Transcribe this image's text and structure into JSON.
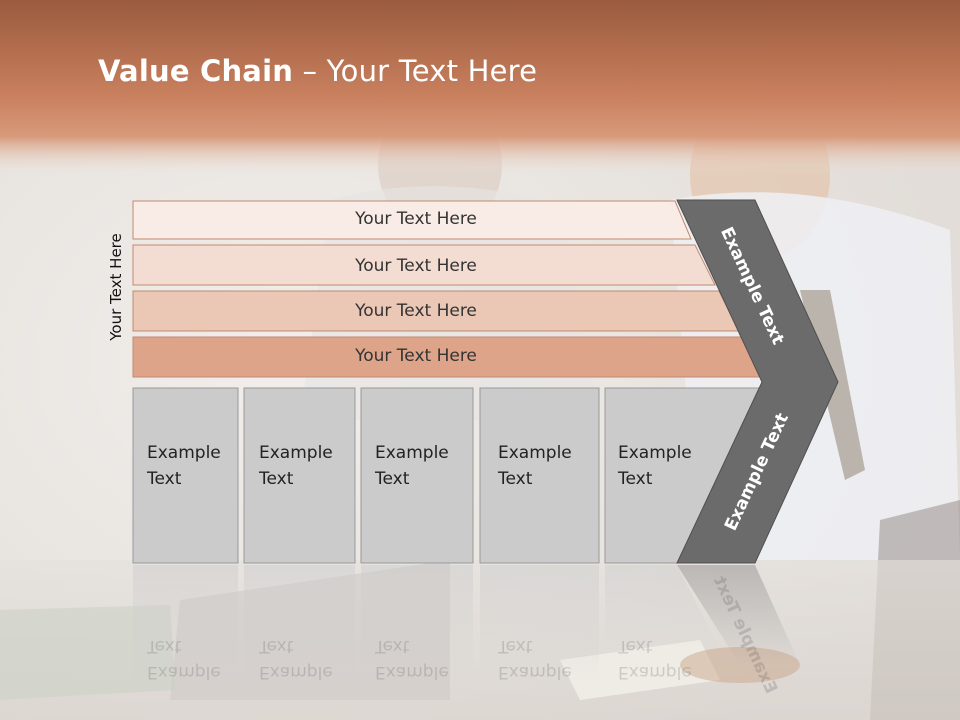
{
  "title": {
    "bold": "Value Chain",
    "rest": " – Your Text Here"
  },
  "vertical_label": "Your Text Here",
  "bars": [
    "Your Text Here",
    "Your Text Here",
    "Your Text Here",
    "Your Text Here"
  ],
  "boxes": [
    {
      "line1": "Example",
      "line2": "Text"
    },
    {
      "line1": "Example",
      "line2": "Text"
    },
    {
      "line1": "Example",
      "line2": "Text"
    },
    {
      "line1": "Example",
      "line2": "Text"
    },
    {
      "line1": "Example",
      "line2": "Text"
    }
  ],
  "arrow_labels": {
    "upper": "Example Text",
    "lower": "Example Text"
  },
  "colors": {
    "header_top": "#9a5b3e",
    "header_bottom": "#d49676",
    "bar1": "#f9ece6",
    "bar2": "#f3ddd2",
    "bar3": "#ebc7b5",
    "bar4": "#dea48a",
    "box": "#cbcbcb",
    "arrow": "#6b6b6b"
  }
}
